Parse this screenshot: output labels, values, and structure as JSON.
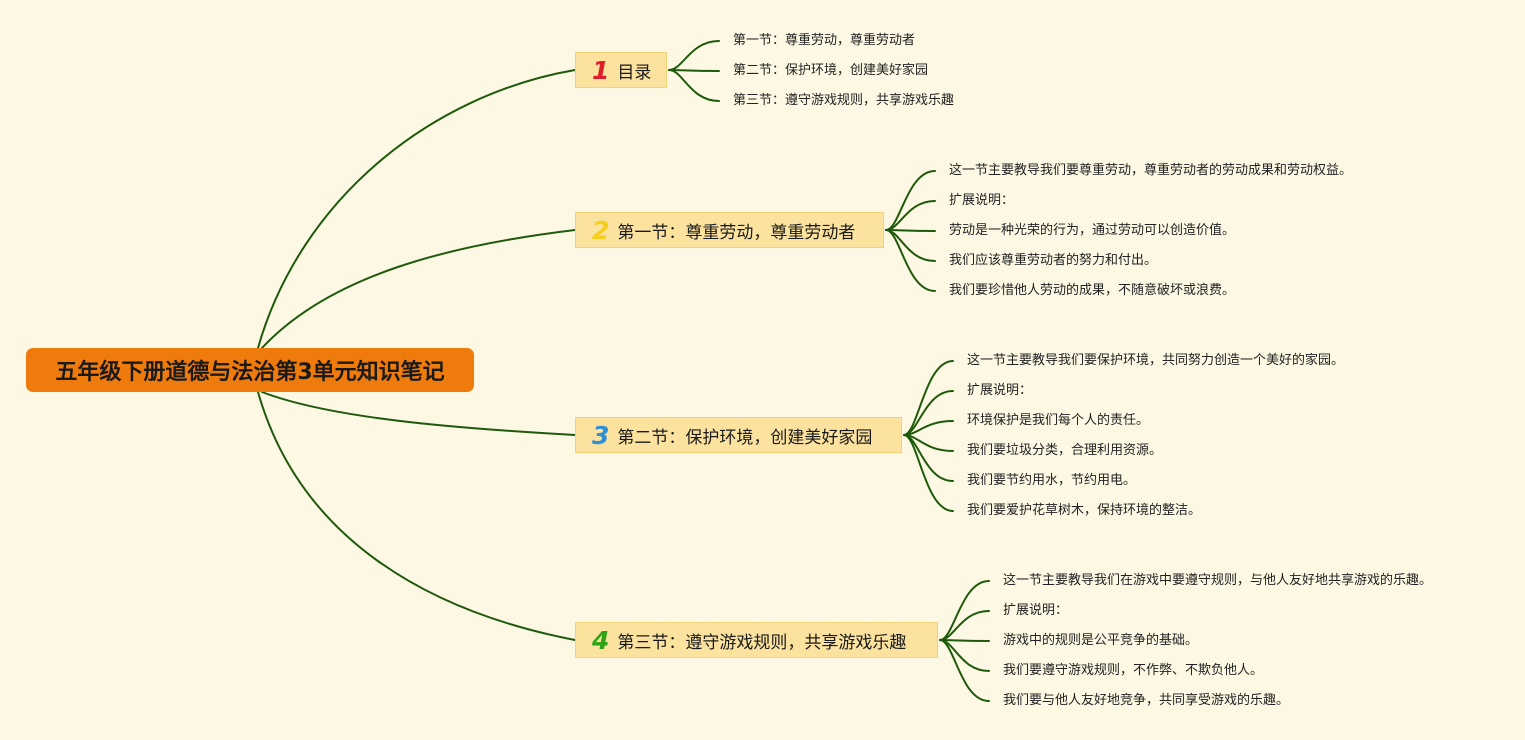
{
  "root": {
    "title": "五年级下册道德与法治第3单元知识笔记"
  },
  "colors": {
    "root_bg": "#f07b0d",
    "branch_bg": "#fbe29e",
    "line": "#1e5a0b",
    "num1": "#e01d2b",
    "num2": "#f6cf1a",
    "num3": "#2f8fd8",
    "num4": "#2ea314"
  },
  "branches": [
    {
      "num": "1",
      "label": "目录",
      "items": [
        "第一节：尊重劳动，尊重劳动者",
        "第二节：保护环境，创建美好家园",
        "第三节：遵守游戏规则，共享游戏乐趣"
      ]
    },
    {
      "num": "2",
      "label": "第一节：尊重劳动，尊重劳动者",
      "items": [
        "这一节主要教导我们要尊重劳动，尊重劳动者的劳动成果和劳动权益。",
        "扩展说明：",
        "劳动是一种光荣的行为，通过劳动可以创造价值。",
        "我们应该尊重劳动者的努力和付出。",
        "我们要珍惜他人劳动的成果，不随意破坏或浪费。"
      ]
    },
    {
      "num": "3",
      "label": "第二节：保护环境，创建美好家园",
      "items": [
        "这一节主要教导我们要保护环境，共同努力创造一个美好的家园。",
        "扩展说明：",
        "环境保护是我们每个人的责任。",
        "我们要垃圾分类，合理利用资源。",
        "我们要节约用水，节约用电。",
        "我们要爱护花草树木，保持环境的整洁。"
      ]
    },
    {
      "num": "4",
      "label": "第三节：遵守游戏规则，共享游戏乐趣",
      "items": [
        "这一节主要教导我们在游戏中要遵守规则，与他人友好地共享游戏的乐趣。",
        "扩展说明：",
        "游戏中的规则是公平竞争的基础。",
        "我们要遵守游戏规则，不作弊、不欺负他人。",
        "我们要与他人友好地竞争，共同享受游戏的乐趣。"
      ]
    }
  ]
}
